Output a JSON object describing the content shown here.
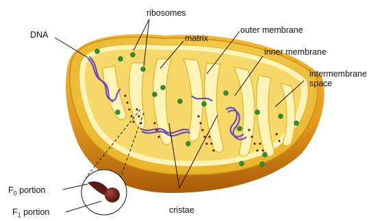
{
  "labels": {
    "ribosomes": "ribosomes",
    "dna": "DNA",
    "matrix": "matrix",
    "outer_membrane": "outer membrane",
    "inner_membrane": "inner membrane",
    "intermembrane_line1": "intermembrane",
    "intermembrane_line2": "space",
    "f0_main": "F",
    "f0_sub": "0",
    "f0_rest": " portion",
    "f1_main": "F",
    "f1_sub": "1",
    "f1_rest": " portion",
    "cristae": "cristae"
  },
  "colors": {
    "outer_shell": "#e39a1e",
    "outer_shell_dark": "#b8650c",
    "intermembrane": "#f3cf3d",
    "inner_membrane": "#fff4b8",
    "matrix": "#f6d86b",
    "ribosome": "#2f8f2f",
    "dna": "#6a4fb0",
    "atp_synthase": "#6b2116"
  }
}
